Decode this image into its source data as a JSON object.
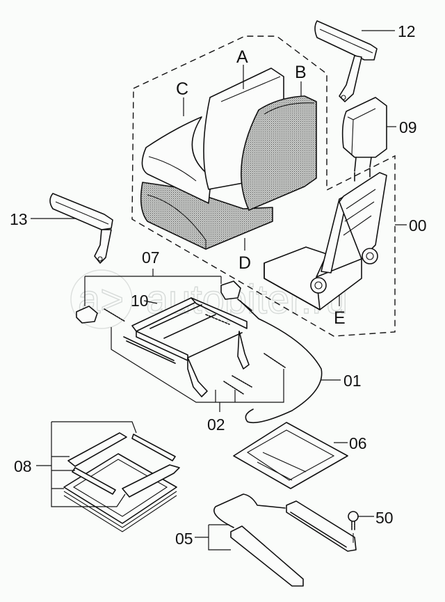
{
  "diagram": {
    "type": "exploded parts diagram",
    "subject": "operator seat assembly",
    "watermark": "autopiter.ru",
    "watermark_mark": "a>",
    "letter_callouts": [
      {
        "id": "A",
        "label": "A",
        "part": "seat backrest cushion (front)"
      },
      {
        "id": "B",
        "label": "B",
        "part": "seat backrest cover (rear, shaded)"
      },
      {
        "id": "C",
        "label": "C",
        "part": "seat cushion (top)"
      },
      {
        "id": "D",
        "label": "D",
        "part": "seat cushion base (shaded)"
      },
      {
        "id": "E",
        "label": "E",
        "part": "seat frame"
      }
    ],
    "number_callouts": [
      {
        "id": "00",
        "label": "00",
        "part": "seat frame group (dashed boundary)"
      },
      {
        "id": "01",
        "label": "01",
        "part": "cable"
      },
      {
        "id": "02",
        "label": "02",
        "part": "springs"
      },
      {
        "id": "05",
        "label": "05",
        "part": "slide rails"
      },
      {
        "id": "06",
        "label": "06",
        "part": "base plate"
      },
      {
        "id": "07",
        "label": "07",
        "part": "suspension group"
      },
      {
        "id": "08",
        "label": "08",
        "part": "brackets and bellows"
      },
      {
        "id": "09",
        "label": "09",
        "part": "headrest"
      },
      {
        "id": "10",
        "label": "10",
        "part": "suspension frame"
      },
      {
        "id": "12",
        "label": "12",
        "part": "armrest (right)"
      },
      {
        "id": "13",
        "label": "13",
        "part": "armrest (left)"
      },
      {
        "id": "50",
        "label": "50",
        "part": "bolt"
      }
    ]
  }
}
